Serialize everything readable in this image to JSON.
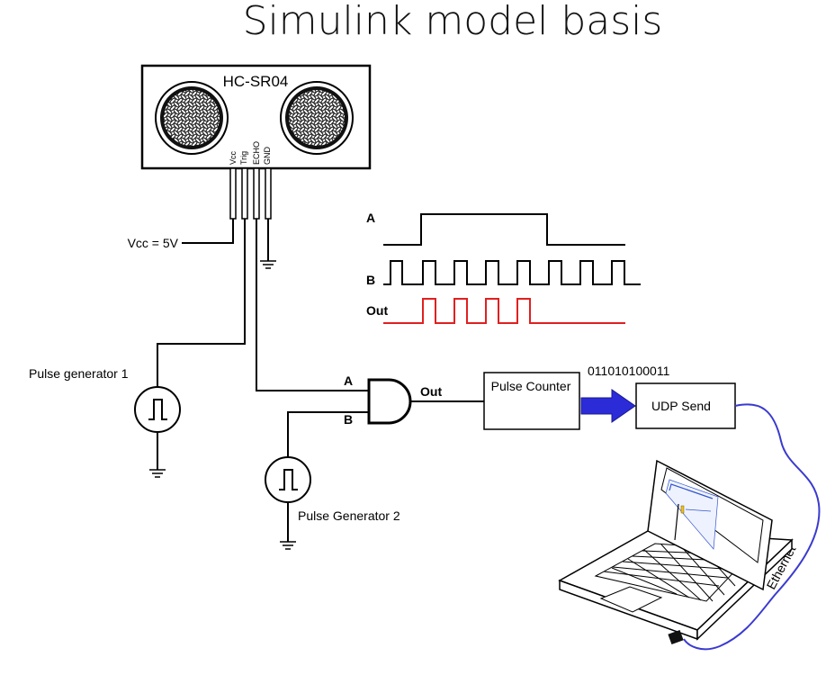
{
  "title": "Simulink model basis",
  "sensor": {
    "name": "HC-SR04",
    "pins": [
      "Vcc",
      "Trig",
      "ECHO",
      "GND"
    ]
  },
  "supply_label": "Vcc = 5V",
  "generator_1_label": "Pulse generator 1",
  "generator_2_label": "Pulse Generator 2",
  "and_gate": {
    "input_a": "A",
    "input_b": "B",
    "output": "Out"
  },
  "pulse_counter_label": "Pulse Counter",
  "binary_value": "011010100011",
  "udp_send_label": "UDP Send",
  "ethernet_label": "Ethernet",
  "timing": {
    "label_a": "A",
    "label_b": "B",
    "label_out": "Out",
    "out_color": "#e02020"
  },
  "colors": {
    "ethernet_cable": "#3a3ad0",
    "arrow": "#2b2bd8"
  }
}
